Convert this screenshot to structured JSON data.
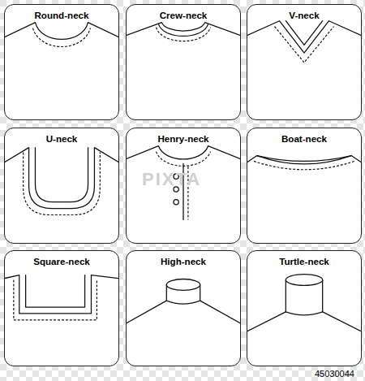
{
  "diagram": {
    "nodes": [
      {
        "text": [
          "Round-neck"
        ]
      },
      {
        "text": [
          "Crew-neck"
        ]
      },
      {
        "text": [
          "V-neck"
        ]
      },
      {
        "text": [
          "U-neck"
        ]
      },
      {
        "text": [
          "Henry-neck"
        ]
      },
      {
        "text": [
          "Boat-neck"
        ]
      },
      {
        "text": [
          "Square-neck"
        ]
      },
      {
        "text": [
          "High-neck"
        ]
      },
      {
        "text": [
          "Turtle-neck"
        ]
      }
    ],
    "labels": [
      "PIXTA",
      "45030044"
    ]
  }
}
